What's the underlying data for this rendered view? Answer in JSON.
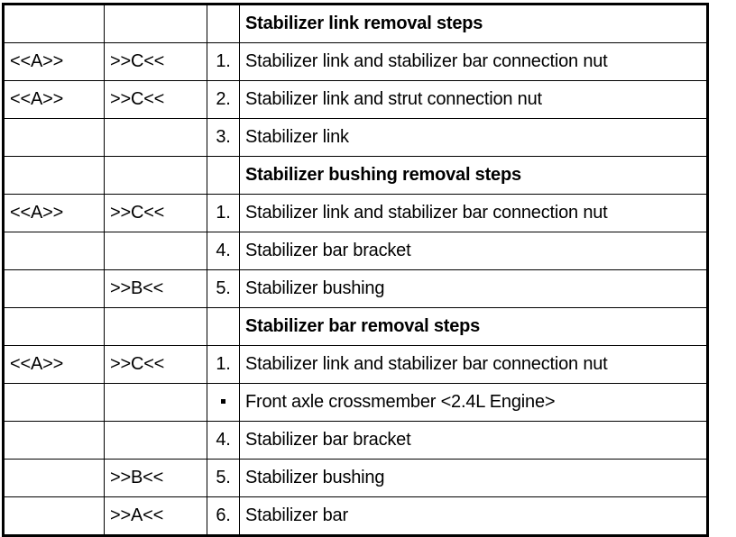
{
  "document": {
    "title": "Stabilizer removal steps table",
    "columns": {
      "col_a_header": "",
      "col_b_header": "",
      "col_num_header": "",
      "col_desc_header": ""
    }
  },
  "table": {
    "rows": [
      {
        "type": "section-header",
        "col_a": "",
        "col_b": "",
        "num": "",
        "desc": "Stabilizer link removal steps"
      },
      {
        "type": "step",
        "col_a": "<<A>>",
        "col_b": ">>C<<",
        "num": "1.",
        "desc": "Stabilizer link and stabilizer bar connection nut"
      },
      {
        "type": "step",
        "col_a": "<<A>>",
        "col_b": ">>C<<",
        "num": "2.",
        "desc": "Stabilizer link and strut connection nut"
      },
      {
        "type": "step",
        "col_a": "",
        "col_b": "",
        "num": "3.",
        "desc": "Stabilizer link"
      },
      {
        "type": "section-header",
        "col_a": "",
        "col_b": "",
        "num": "",
        "desc": "Stabilizer bushing removal steps"
      },
      {
        "type": "step",
        "col_a": "<<A>>",
        "col_b": ">>C<<",
        "num": "1.",
        "desc": "Stabilizer link and stabilizer bar connection nut"
      },
      {
        "type": "step",
        "col_a": "",
        "col_b": "",
        "num": "4.",
        "desc": "Stabilizer bar bracket"
      },
      {
        "type": "step",
        "col_a": "",
        "col_b": ">>B<<",
        "num": "5.",
        "desc": "Stabilizer bushing"
      },
      {
        "type": "section-header",
        "col_a": "",
        "col_b": "",
        "num": "",
        "desc": "Stabilizer bar removal steps"
      },
      {
        "type": "step",
        "col_a": "<<A>>",
        "col_b": ">>C<<",
        "num": "1.",
        "desc": "Stabilizer link and stabilizer bar connection nut"
      },
      {
        "type": "bullet",
        "col_a": "",
        "col_b": "",
        "num": "·",
        "desc": "Front axle crossmember  <2.4L Engine>"
      },
      {
        "type": "step",
        "col_a": "",
        "col_b": "",
        "num": "4.",
        "desc": "Stabilizer bar bracket"
      },
      {
        "type": "step",
        "col_a": "",
        "col_b": ">>B<<",
        "num": "5.",
        "desc": "Stabilizer bushing"
      },
      {
        "type": "step",
        "col_a": "",
        "col_b": ">>A<<",
        "num": "6.",
        "desc": "Stabilizer bar"
      }
    ]
  },
  "colors": {
    "border": "#000000",
    "text": "#000000",
    "background": "#ffffff"
  }
}
